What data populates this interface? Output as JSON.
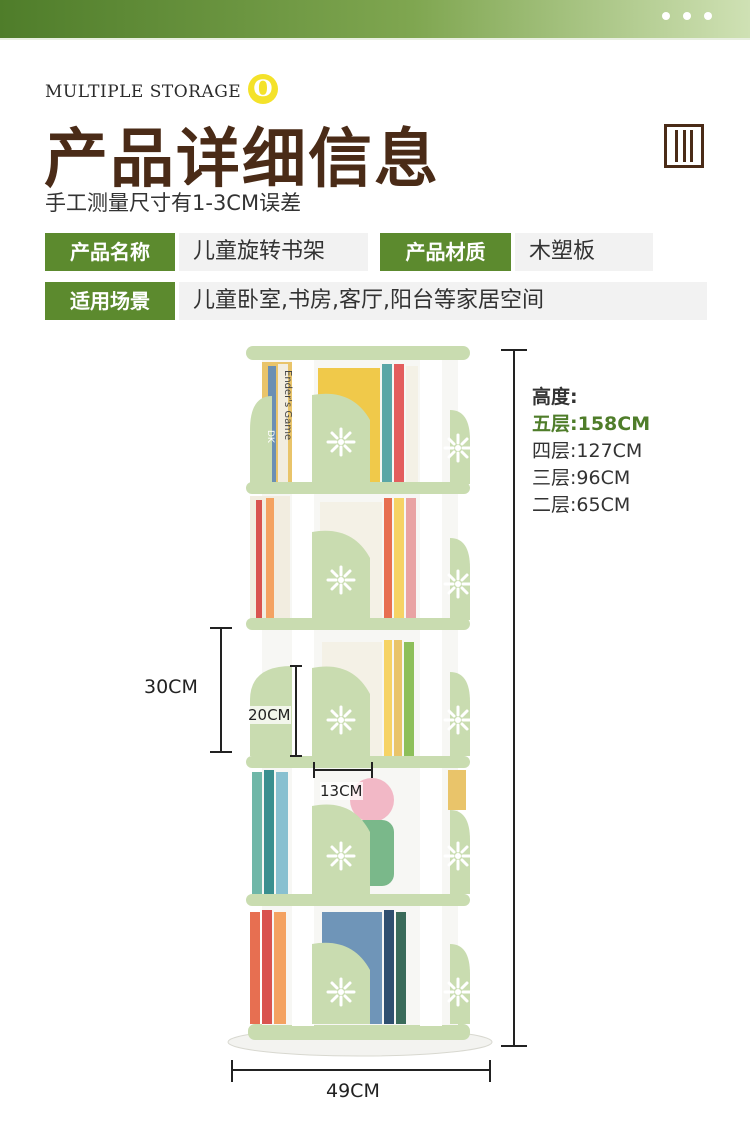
{
  "header": {
    "subtitle_en": "MULTIPLE STORAGE",
    "badge": "O"
  },
  "title": "产品详细信息",
  "tolerance_note": "手工测量尺寸有1-3CM误差",
  "info": {
    "name_label": "产品名称",
    "name_value": "儿童旋转书架",
    "material_label": "产品材质",
    "material_value": "木塑板",
    "scene_label": "适用场景",
    "scene_value": "儿童卧室,书房,客厅,阳台等家居空间"
  },
  "heights": {
    "heading": "高度:",
    "tier5": "五层:158CM",
    "tier4": "四层:127CM",
    "tier3": "三层:96CM",
    "tier2": "二层:65CM"
  },
  "dimensions": {
    "width": "49CM",
    "shelf_height": "30CM",
    "inner_height": "20CM",
    "inner_width": "13CM"
  },
  "colors": {
    "brand_green": "#5c8a2e",
    "title_brown": "#4a2b17",
    "shelf_green": "#c9dcb0"
  },
  "book_spines": [
    "Ender's Game",
    "DK"
  ]
}
